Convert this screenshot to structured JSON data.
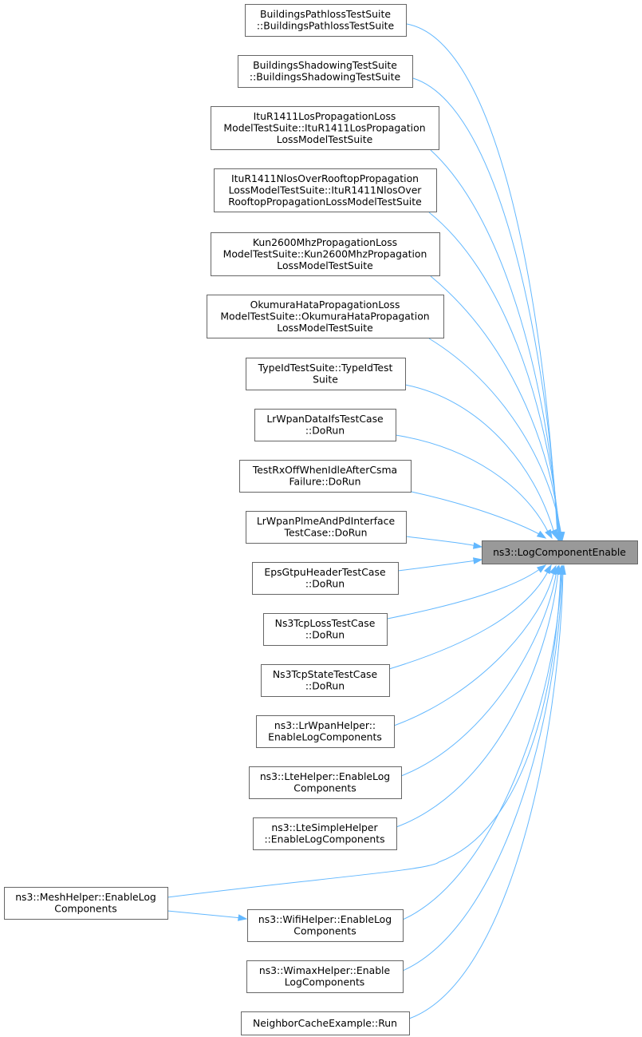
{
  "diagram": {
    "type": "doxygen-caller-graph",
    "target": {
      "id": "target",
      "lines": [
        "ns3::LogComponentEnable"
      ]
    },
    "nodes": [
      {
        "id": "n1",
        "lines": [
          "BuildingsPathlossTestSuite",
          "::BuildingsPathlossTestSuite"
        ]
      },
      {
        "id": "n2",
        "lines": [
          "BuildingsShadowingTestSuite",
          "::BuildingsShadowingTestSuite"
        ]
      },
      {
        "id": "n3",
        "lines": [
          "ItuR1411LosPropagationLoss",
          "ModelTestSuite::ItuR1411LosPropagation",
          "LossModelTestSuite"
        ]
      },
      {
        "id": "n4",
        "lines": [
          "ItuR1411NlosOverRooftopPropagation",
          "LossModelTestSuite::ItuR1411NlosOver",
          "RooftopPropagationLossModelTestSuite"
        ]
      },
      {
        "id": "n5",
        "lines": [
          "Kun2600MhzPropagationLoss",
          "ModelTestSuite::Kun2600MhzPropagation",
          "LossModelTestSuite"
        ]
      },
      {
        "id": "n6",
        "lines": [
          "OkumuraHataPropagationLoss",
          "ModelTestSuite::OkumuraHataPropagation",
          "LossModelTestSuite"
        ]
      },
      {
        "id": "n7",
        "lines": [
          "TypeIdTestSuite::TypeIdTest",
          "Suite"
        ]
      },
      {
        "id": "n8",
        "lines": [
          "LrWpanDataIfsTestCase",
          "::DoRun"
        ]
      },
      {
        "id": "n9",
        "lines": [
          "TestRxOffWhenIdleAfterCsma",
          "Failure::DoRun"
        ]
      },
      {
        "id": "n10",
        "lines": [
          "LrWpanPlmeAndPdInterface",
          "TestCase::DoRun"
        ]
      },
      {
        "id": "n11",
        "lines": [
          "EpsGtpuHeaderTestCase",
          "::DoRun"
        ]
      },
      {
        "id": "n12",
        "lines": [
          "Ns3TcpLossTestCase",
          "::DoRun"
        ]
      },
      {
        "id": "n13",
        "lines": [
          "Ns3TcpStateTestCase",
          "::DoRun"
        ]
      },
      {
        "id": "n14",
        "lines": [
          "ns3::LrWpanHelper::",
          "EnableLogComponents"
        ]
      },
      {
        "id": "n15",
        "lines": [
          "ns3::LteHelper::EnableLog",
          "Components"
        ]
      },
      {
        "id": "n16",
        "lines": [
          "ns3::LteSimpleHelper",
          "::EnableLogComponents"
        ]
      },
      {
        "id": "n17",
        "lines": [
          "ns3::MeshHelper::EnableLog",
          "Components"
        ]
      },
      {
        "id": "n18",
        "lines": [
          "ns3::WifiHelper::EnableLog",
          "Components"
        ]
      },
      {
        "id": "n19",
        "lines": [
          "ns3::WimaxHelper::Enable",
          "LogComponents"
        ]
      },
      {
        "id": "n20",
        "lines": [
          "NeighborCacheExample::Run"
        ]
      }
    ],
    "edges": [
      {
        "from": "n1",
        "to": "target"
      },
      {
        "from": "n2",
        "to": "target"
      },
      {
        "from": "n3",
        "to": "target"
      },
      {
        "from": "n4",
        "to": "target"
      },
      {
        "from": "n5",
        "to": "target"
      },
      {
        "from": "n6",
        "to": "target"
      },
      {
        "from": "n7",
        "to": "target"
      },
      {
        "from": "n8",
        "to": "target"
      },
      {
        "from": "n9",
        "to": "target"
      },
      {
        "from": "n10",
        "to": "target"
      },
      {
        "from": "n11",
        "to": "target"
      },
      {
        "from": "n12",
        "to": "target"
      },
      {
        "from": "n13",
        "to": "target"
      },
      {
        "from": "n14",
        "to": "target"
      },
      {
        "from": "n15",
        "to": "target"
      },
      {
        "from": "n16",
        "to": "target"
      },
      {
        "from": "n17",
        "to": "target"
      },
      {
        "from": "n17",
        "to": "n18"
      },
      {
        "from": "n18",
        "to": "target"
      },
      {
        "from": "n19",
        "to": "target"
      },
      {
        "from": "n20",
        "to": "target"
      }
    ],
    "colors": {
      "edge": "#63b8ff",
      "node_border": "#666666",
      "node_fill": "#ffffff",
      "target_fill": "#999999"
    }
  }
}
